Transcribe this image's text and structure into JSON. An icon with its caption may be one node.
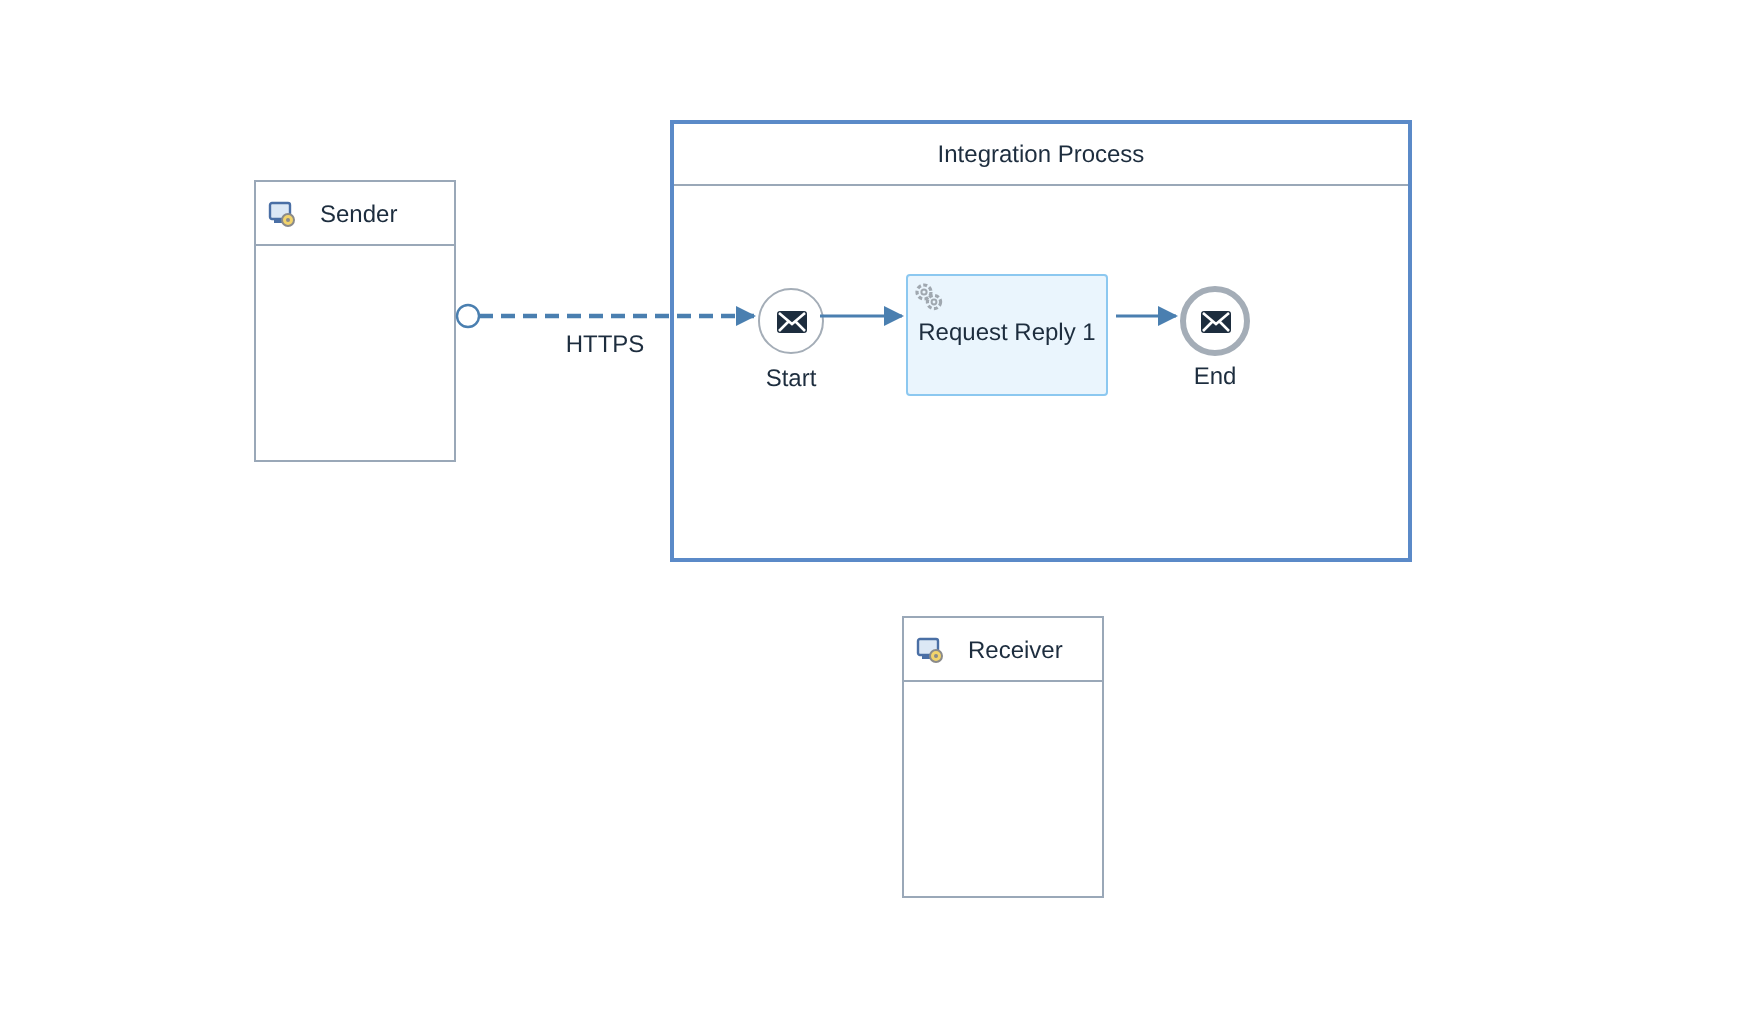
{
  "diagram": {
    "nodes": [
      {
        "text": [
          "Sender"
        ]
      },
      {
        "text": [
          "Integration Process"
        ]
      },
      {
        "text": [],
        "shape": "circle",
        "in": 1,
        "beside": [
          "Start"
        ]
      },
      {
        "text": [
          "Request Reply 1"
        ],
        "in": 1
      },
      {
        "text": [],
        "shape": "circle",
        "in": 1,
        "beside": [
          "End"
        ]
      },
      {
        "text": [
          "Receiver"
        ]
      }
    ],
    "edges": [
      {
        "from": 0,
        "to": 2,
        "arrow": "to",
        "label": "HTTPS",
        "style": "dashed"
      },
      {
        "from": 2,
        "to": 3,
        "arrow": "to"
      },
      {
        "from": 3,
        "to": 4,
        "arrow": "to"
      }
    ]
  }
}
